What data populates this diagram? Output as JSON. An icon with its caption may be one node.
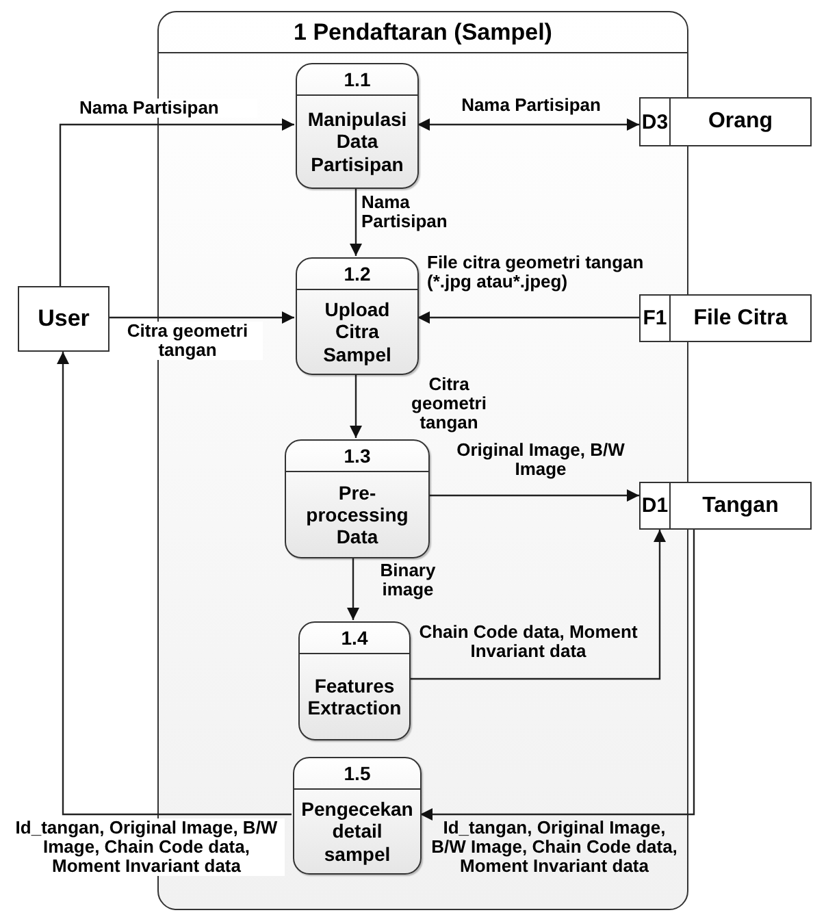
{
  "diagram": {
    "nodes": [
      {
        "text": [
          "1 Pendaftaran (Sampel)"
        ]
      },
      {
        "text": [
          "1.1",
          "Manipulasi Data Partisipan"
        ],
        "in": 0
      },
      {
        "text": [
          "1.2",
          "Upload Citra Sampel"
        ],
        "in": 0
      },
      {
        "text": [
          "1.3",
          "Pre-processing Data"
        ],
        "in": 0
      },
      {
        "text": [
          "1.4",
          "Features Extraction"
        ],
        "in": 0
      },
      {
        "text": [
          "1.5",
          "Pengecekan detail sampel"
        ],
        "in": 0
      },
      {
        "text": [
          "User"
        ]
      },
      {
        "text": [
          "D3",
          "Orang"
        ]
      },
      {
        "text": [
          "F1",
          "File Citra"
        ]
      },
      {
        "text": [
          "D1",
          "Tangan"
        ]
      }
    ],
    "edges": [
      {
        "from": 6,
        "to": 1,
        "arrow": "to",
        "label": "Nama Partisipan"
      },
      {
        "from": 1,
        "to": 7,
        "arrow": "both",
        "label": "Nama Partisipan"
      },
      {
        "from": 1,
        "to": 2,
        "arrow": "to",
        "label": "Nama Partisipan"
      },
      {
        "from": 6,
        "to": 2,
        "arrow": "to",
        "label": "Citra geometri tangan"
      },
      {
        "from": 8,
        "to": 2,
        "arrow": "to",
        "label": "File citra geometri tangan (*.jpg atau*.jpeg)"
      },
      {
        "from": 2,
        "to": 3,
        "arrow": "to",
        "label": "Citra geometri tangan"
      },
      {
        "from": 3,
        "to": 9,
        "arrow": "to",
        "label": "Original Image, B/W Image"
      },
      {
        "from": 3,
        "to": 4,
        "arrow": "to",
        "label": "Binary image"
      },
      {
        "from": 4,
        "to": 9,
        "arrow": "to",
        "label": "Chain Code data, Moment Invariant data"
      },
      {
        "from": 5,
        "to": 6,
        "arrow": "to",
        "label": "Id_tangan, Original Image, B/W Image, Chain Code data, Moment Invariant data"
      },
      {
        "from": 9,
        "to": 5,
        "arrow": "to",
        "label": "Id_tangan, Original Image, B/W Image, Chain Code data, Moment Invariant data"
      }
    ]
  }
}
